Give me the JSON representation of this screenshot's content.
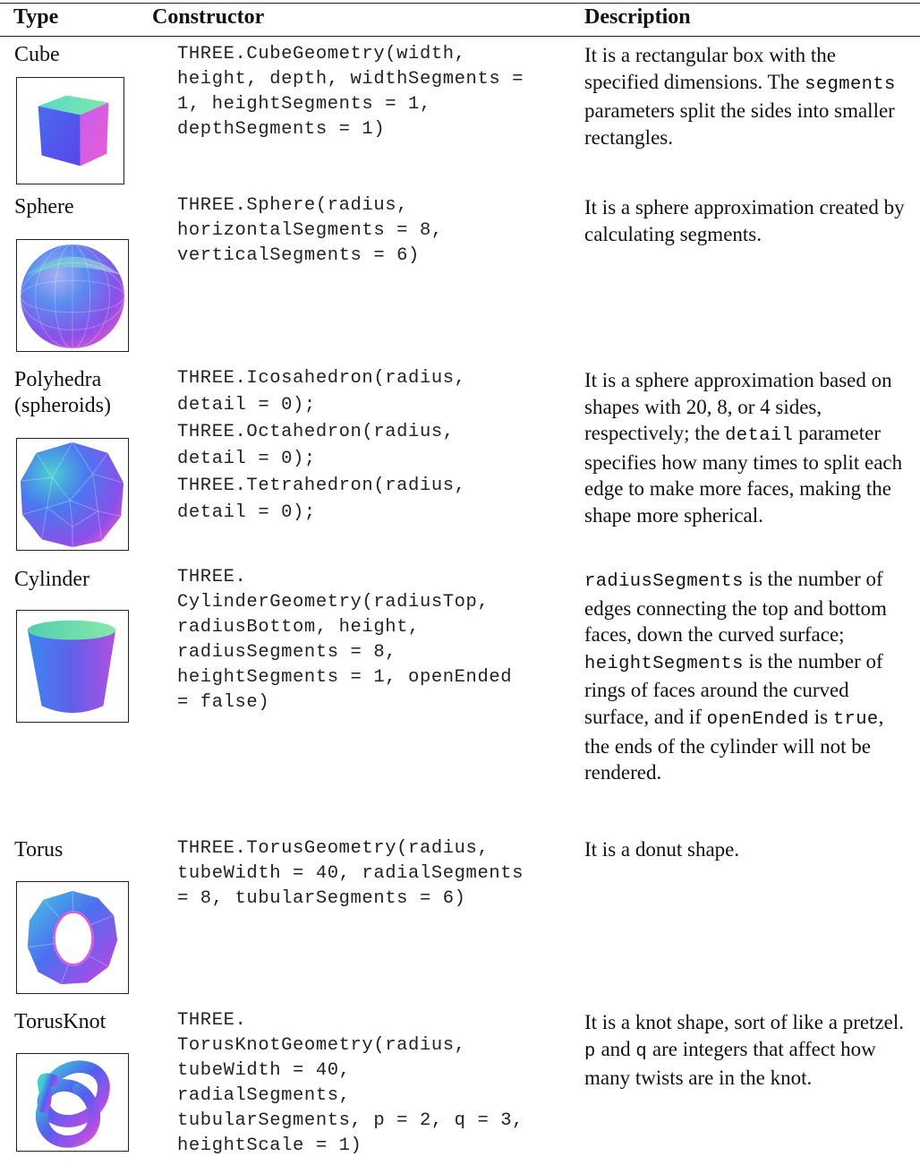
{
  "headers": {
    "type": "Type",
    "constructor": "Constructor",
    "description": "Description"
  },
  "rows": [
    {
      "type": "Cube",
      "constructor": "THREE.CubeGeometry(width,\nheight, depth, widthSegments =\n1, heightSegments = 1,\ndepthSegments = 1)",
      "description": [
        {
          "t": "It is a rectangular box with the specified dimensions. The "
        },
        {
          "t": "segments",
          "code": true
        },
        {
          "t": " parameters split the sides into smaller rectangles."
        }
      ]
    },
    {
      "type": "Sphere",
      "constructor": "THREE.Sphere(radius,\nhorizontalSegments = 8,\nverticalSegments = 6)",
      "description": [
        {
          "t": "It is a sphere approximation created by calculating segments."
        }
      ]
    },
    {
      "type": "Polyhedra\n(spheroids)",
      "constructor": "THREE.Icosahedron(radius,\ndetail = 0);\nTHREE.Octahedron(radius,\ndetail = 0);\nTHREE.Tetrahedron(radius,\ndetail = 0);",
      "description": [
        {
          "t": "It is a sphere approximation based on shapes with 20, 8, or 4 sides, respectively; the "
        },
        {
          "t": "detail",
          "code": true
        },
        {
          "t": " parameter specifies how many times to split each edge to make more faces, making the shape more spherical."
        }
      ]
    },
    {
      "type": "Cylinder",
      "constructor": "THREE.\nCylinderGeometry(radiusTop,\nradiusBottom, height,\nradiusSegments = 8,\nheightSegments = 1, openEnded\n= false)",
      "description": [
        {
          "t": "radiusSegments",
          "code": true
        },
        {
          "t": " is the number of edges connecting the top and bottom faces, down the curved surface; "
        },
        {
          "t": "heightSegments",
          "code": true
        },
        {
          "t": " is the number of rings of faces around the curved surface, and if "
        },
        {
          "t": "openEnded",
          "code": true
        },
        {
          "t": " is "
        },
        {
          "t": "true",
          "code": true
        },
        {
          "t": ", the ends of the cylinder will not be rendered."
        }
      ]
    },
    {
      "type": "Torus",
      "constructor": "THREE.TorusGeometry(radius,\ntubeWidth = 40, radialSegments\n= 8, tubularSegments = 6)",
      "description": [
        {
          "t": "It is a donut shape."
        }
      ]
    },
    {
      "type": "TorusKnot",
      "constructor": "THREE.\nTorusKnotGeometry(radius,\ntubeWidth = 40,\nradialSegments,\ntubularSegments, p = 2, q = 3,\nheightScale = 1)",
      "description": [
        {
          "t": "It is a knot shape, sort of like a pretzel. "
        },
        {
          "t": "p",
          "code": true
        },
        {
          "t": " and "
        },
        {
          "t": "q",
          "code": true
        },
        {
          "t": " are integers that affect how many twists are in the knot."
        }
      ]
    }
  ]
}
